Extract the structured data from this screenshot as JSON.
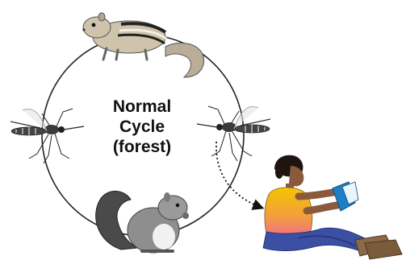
{
  "diagram": {
    "title_lines": [
      "Normal",
      "Cycle",
      "(forest)"
    ],
    "nodes": [
      {
        "id": "chipmunk",
        "icon": "chipmunk-icon"
      },
      {
        "id": "mosquito-left",
        "icon": "mosquito-icon"
      },
      {
        "id": "mosquito-right",
        "icon": "mosquito-icon"
      },
      {
        "id": "squirrel",
        "icon": "gray-squirrel-icon"
      },
      {
        "id": "human",
        "icon": "person-reading-icon"
      }
    ],
    "edges": [
      {
        "from": "mosquito-right",
        "to": "human",
        "style": "dotted-arrow"
      }
    ],
    "colors": {
      "cycle_line": "#222222",
      "mosquito": "#333333",
      "chipmunk": "#c9bda6",
      "squirrel": "#8e8e8e",
      "shirt_top": "#f4b400",
      "shirt_bottom": "#f07a7a",
      "jeans": "#3b4fa3",
      "boots": "#8a6a4a",
      "book": "#1f7fc4",
      "skin": "#8a5a3c"
    }
  }
}
